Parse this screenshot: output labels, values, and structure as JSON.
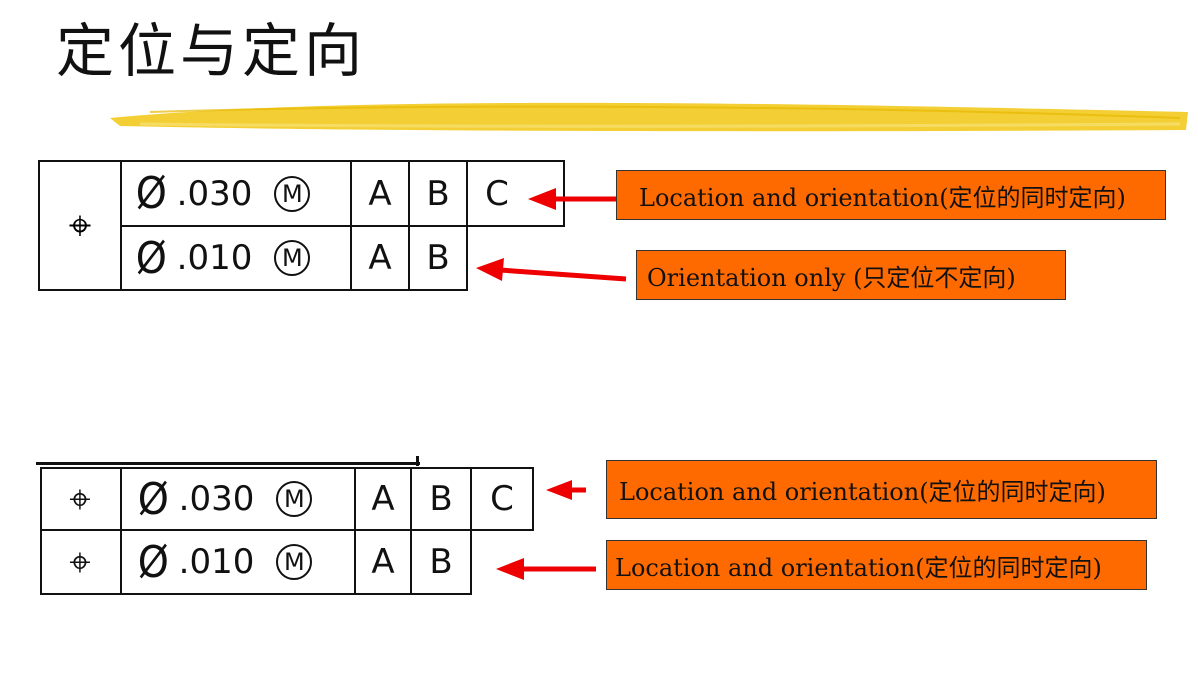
{
  "title": "定位与定向",
  "frame1": {
    "symbol": "⌖",
    "rows": [
      {
        "diameter": "Ø",
        "value": ".030",
        "modifier": "M",
        "datums": [
          "A",
          "B",
          "C"
        ]
      },
      {
        "diameter": "Ø",
        "value": ".010",
        "modifier": "M",
        "datums": [
          "A",
          "B"
        ]
      }
    ]
  },
  "frame2": {
    "rows": [
      {
        "symbol": "⌖",
        "diameter": "Ø",
        "value": ".030",
        "modifier": "M",
        "datums": [
          "A",
          "B",
          "C"
        ]
      },
      {
        "symbol": "⌖",
        "diameter": "Ø",
        "value": ".010",
        "modifier": "M",
        "datums": [
          "A",
          "B"
        ]
      }
    ]
  },
  "callouts": [
    {
      "text": "Location and orientation(定位的同时定向)"
    },
    {
      "text": "Orientation only (只定位不定向)"
    },
    {
      "text": "Location and orientation(定位的同时定向)"
    },
    {
      "text": "Location and orientation(定位的同时定向)"
    }
  ],
  "colors": {
    "callout_bg": "#ff6a00",
    "arrow": "#ee0000",
    "swash": "#f2cc2a"
  }
}
